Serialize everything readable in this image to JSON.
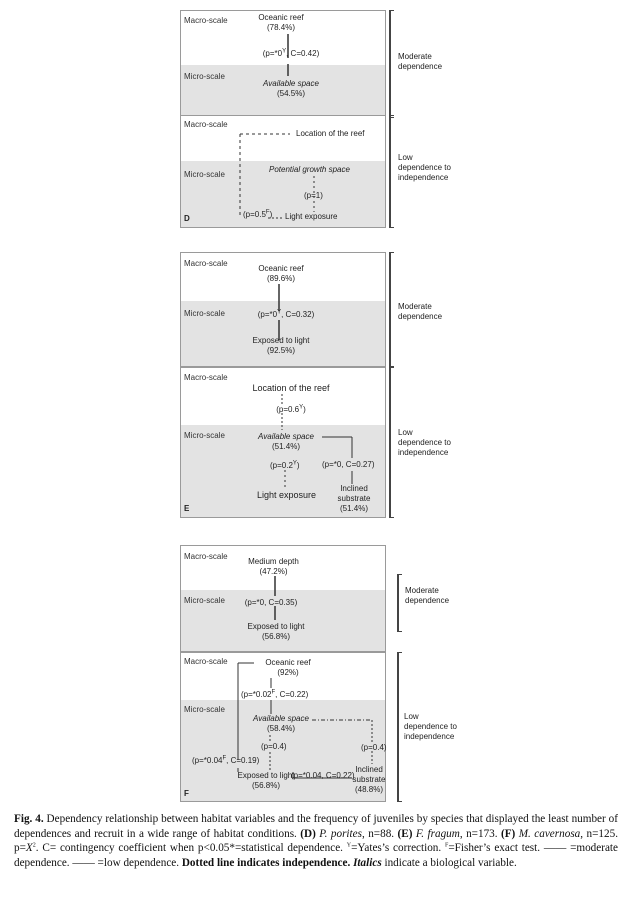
{
  "panels": {
    "D": {
      "letter": "D",
      "top": {
        "macro": "Macro-scale",
        "micro": "Micro-scale",
        "n1": "Oceanic reef",
        "n1pct": "(78.4%)",
        "stat": "(p=*0",
        "stat_sup": "Y",
        "stat2": ", C=0.42)",
        "n2": "Available space",
        "n2pct": "(54.5%)",
        "dep": [
          "Moderate",
          "dependence"
        ]
      },
      "bottom": {
        "macro": "Macro-scale",
        "micro": "Micro-scale",
        "n1": "Location of the reef",
        "n2": "Potential growth space",
        "stat1": "(p=1)",
        "stat2": "(p=0.5",
        "stat2_sup": "F",
        "stat2b": ")",
        "n3": "Light exposure",
        "dep": [
          "Low",
          "dependence to",
          "independence"
        ]
      }
    },
    "E": {
      "letter": "E",
      "top": {
        "macro": "Macro-scale",
        "micro": "Micro-scale",
        "n1": "Oceanic reef",
        "n1pct": "(89.6%)",
        "stat": "(p=*0",
        "stat_sup": "Y",
        "stat2": ", C=0.32)",
        "n2": "Exposed to light",
        "n2pct": "(92.5%)",
        "dep": [
          "Moderate",
          "dependence"
        ]
      },
      "bottom": {
        "macro": "Macro-scale",
        "micro": "Micro-scale",
        "n1": "Location of the reef",
        "stat1": "(p=0.6",
        "stat1_sup": "Y",
        "stat1b": ")",
        "n2": "Available space",
        "n2pct": "(51.4%)",
        "stat2": "(p=0.2",
        "stat2_sup": "Y",
        "stat2b": ")",
        "stat3": "(p=*0, C=0.27)",
        "n3": "Light exposure",
        "n4a": "Inclined",
        "n4b": "substrate",
        "n4pct": "(51.4%)",
        "dep": [
          "Low",
          "dependence to",
          "independence"
        ]
      }
    },
    "F": {
      "letter": "F",
      "top": {
        "macro": "Macro-scale",
        "micro": "Micro-scale",
        "n1": "Medium depth",
        "n1pct": "(47.2%)",
        "stat": "(p=*0, C=0.35)",
        "n2": "Exposed to light",
        "n2pct": "(56.8%)",
        "dep": [
          "Moderate",
          "dependence"
        ]
      },
      "bottom": {
        "macro": "Macro-scale",
        "micro": "Micro-scale",
        "n1": "Oceanic reef",
        "n1pct": "(92%)",
        "stat1": "(p=*0.02",
        "stat1_sup": "F",
        "stat1b": ", C=0.22)",
        "n2": "Available space",
        "n2pct": "(58.4%)",
        "stat2": "(p=0.4)",
        "stat3": "(p=0.4)",
        "stat4": "(p=*0.04",
        "stat4_sup": "F",
        "stat4b": ", C=0.19)",
        "n3": "Exposed to light",
        "n3pct": "(56.8%)",
        "stat5": "(p=*0.04, C=0.22)",
        "n4a": "Inclined",
        "n4b": "substrate",
        "n4pct": "(48.8%)",
        "dep": [
          "Low",
          "dependence to",
          "independence"
        ]
      }
    }
  },
  "caption": {
    "fig": "Fig. 4.",
    "t1": " Dependency relationship between habitat variables and the frequency of juveniles by species that displayed the least number of dependences and recruit in a wide range of habitat conditions. ",
    "d": "(D)",
    "d_sp": "P. porites",
    "d_n": ", n=88. ",
    "e": "(E)",
    "e_sp": "F. fragum",
    "e_n": ", n=173. ",
    "f": "(F)",
    "f_sp": "M. cavernosa",
    "f_n": ", n=125. p=",
    "x2": "X",
    "x2_sup": "2",
    "t2": ". C= contingency coefficient when p<0.05*=statistical dependence. ",
    "y_sup": "Y",
    "t3": "=Yates’s correction. ",
    "f_sup": "F",
    "t4": "=Fisher’s exact test. —— =moderate dependence. —— =low dependence. ",
    "dotted": "Dotted line indicates independence.",
    "space": " ",
    "italics": "Italics",
    "t5": " indicate a biological variable."
  }
}
